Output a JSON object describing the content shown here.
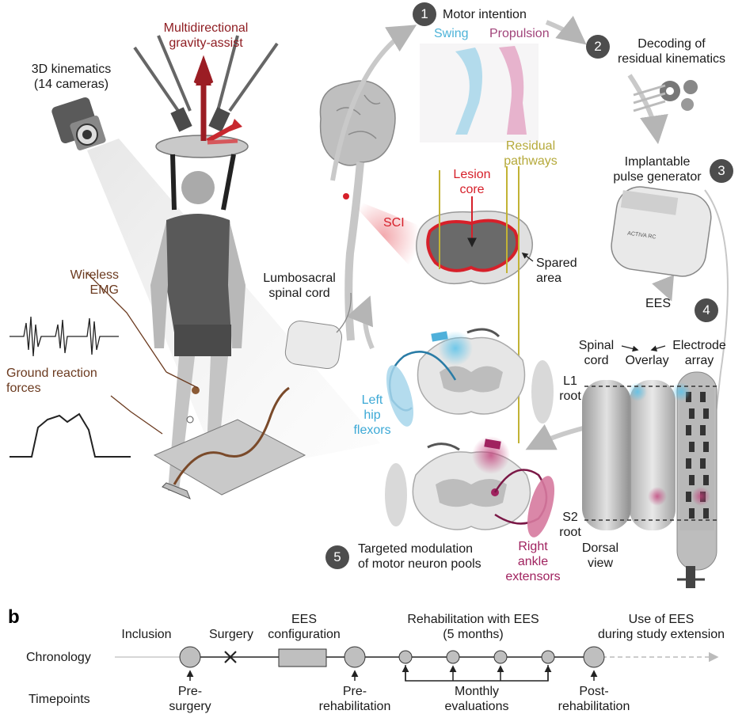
{
  "panel_a": {
    "gravity_assist": "Multidirectional\ngravity-assist",
    "kinematics": "3D kinematics\n(14 cameras)",
    "wireless_emg": "Wireless\nEMG",
    "ground_reaction": "Ground reaction\nforces",
    "lumbosacral": "Lumbosacral\nspinal cord",
    "step1": {
      "num": "1",
      "label": "Motor intention"
    },
    "swing": "Swing",
    "propulsion": "Propulsion",
    "step2": {
      "num": "2",
      "label": "Decoding of\nresidual kinematics"
    },
    "step3": {
      "num": "3",
      "label": "Implantable\npulse generator"
    },
    "step4": {
      "num": "4"
    },
    "step5": {
      "num": "5",
      "label": "Targeted modulation\nof motor neuron pools"
    },
    "residual_pathways": "Residual\npathways",
    "lesion_core": "Lesion\ncore",
    "sci": "SCI",
    "spared_area": "Spared\narea",
    "ees": "EES",
    "left_hip": "Left\nhip\nflexors",
    "right_ankle": "Right\nankle\nextensors",
    "spinal_cord": "Spinal\ncord",
    "overlay": "Overlay",
    "electrode_array": "Electrode\narray",
    "l1_root": "L1\nroot",
    "s2_root": "S2\nroot",
    "dorsal_view": "Dorsal\nview",
    "ipg_brand": "ACTIVA RC"
  },
  "panel_b": {
    "letter": "b",
    "row_chronology": "Chronology",
    "row_timepoints": "Timepoints",
    "inclusion": "Inclusion",
    "surgery": "Surgery",
    "ees_config": "EES\nconfiguration",
    "rehab": "Rehabilitation with EES\n(5 months)",
    "use_ees": "Use of EES\nduring study extension",
    "pre_surgery": "Pre-\nsurgery",
    "pre_rehab": "Pre-\nrehabilitation",
    "monthly": "Monthly\nevaluations",
    "post_rehab": "Post-\nrehabilitation"
  },
  "colors": {
    "swing": "#4db3d8",
    "propulsion": "#a1447a",
    "lesion": "#d6202a",
    "residual": "#b5a93a",
    "hip": "#3ca9d6",
    "ankle": "#a0225f",
    "brown_label": "#6b3a1f",
    "step_badge": "#4d4d4d"
  }
}
